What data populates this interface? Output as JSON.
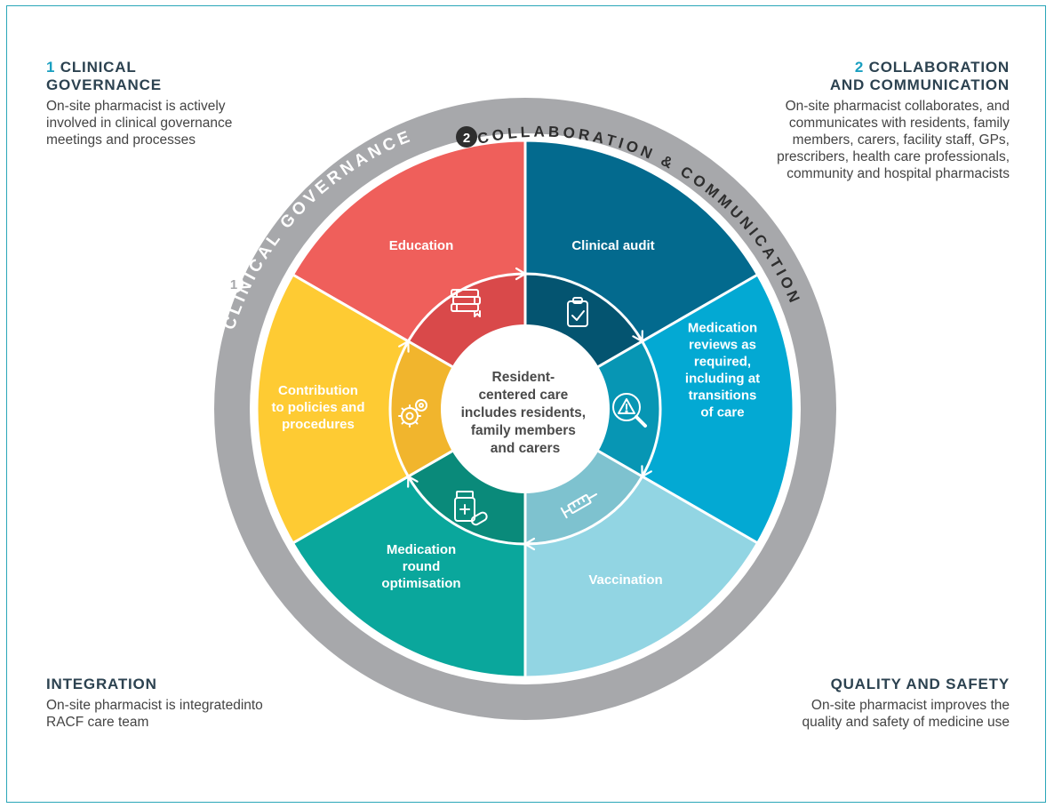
{
  "corners": {
    "clinical_governance": {
      "number": "1",
      "title_line1": "CLINICAL",
      "title_line2": "GOVERNANCE",
      "description": "On-site pharmacist is actively involved in clinical governance meetings and processes"
    },
    "collaboration": {
      "number": "2",
      "title_line1": "COLLABORATION",
      "title_line2": "AND COMMUNICATION",
      "description": "On-site pharmacist collaborates, and communicates with residents, family members, carers, facility staff, GPs, prescribers, health care professionals, community and hospital pharmacists"
    },
    "integration": {
      "title": "INTEGRATION",
      "description": "On-site pharmacist is integratedinto RACF care team"
    },
    "quality_safety": {
      "title": "QUALITY AND SAFETY",
      "description": "On-site pharmacist improves the quality and safety of medicine use"
    }
  },
  "ring": {
    "outer_label": "CLINICAL GOVERNANCE",
    "outer_number": "1",
    "inner_label": "COLLABORATION & COMMUNICATION",
    "inner_number": "2"
  },
  "segments": [
    {
      "id": "education",
      "lines": [
        "Education"
      ],
      "color": "#ef5f5b",
      "inner_color": "#d9494a",
      "icon": "books-icon"
    },
    {
      "id": "clinical-audit",
      "lines": [
        "Clinical audit"
      ],
      "color": "#036a8e",
      "inner_color": "#045470",
      "icon": "clipboard-check-icon"
    },
    {
      "id": "medication-reviews",
      "lines": [
        "Medication",
        "reviews as",
        "required,",
        "including at",
        "transitions",
        "of care"
      ],
      "color": "#03a9d3",
      "inner_color": "#0796b4",
      "icon": "magnifier-warning-icon"
    },
    {
      "id": "vaccination",
      "lines": [
        "Vaccination"
      ],
      "color": "#92d5e3",
      "inner_color": "#7ec2cf",
      "icon": "syringe-icon"
    },
    {
      "id": "medication-round",
      "lines": [
        "Medication",
        "round",
        "optimisation"
      ],
      "color": "#0aa79c",
      "inner_color": "#0a8a7a",
      "icon": "pill-bottle-icon"
    },
    {
      "id": "contribution",
      "lines": [
        "Contribution",
        "to policies and",
        "procedures"
      ],
      "color": "#fecb33",
      "inner_color": "#f1b52d",
      "icon": "gears-icon"
    }
  ],
  "center": {
    "lines": [
      "Resident-",
      "centered care",
      "includes residents,",
      "family members",
      "and carers"
    ]
  },
  "colors": {
    "ring_gray": "#a7a8ab",
    "frame_teal": "#2aa6b8",
    "heading_accent": "#1a9fc0"
  }
}
